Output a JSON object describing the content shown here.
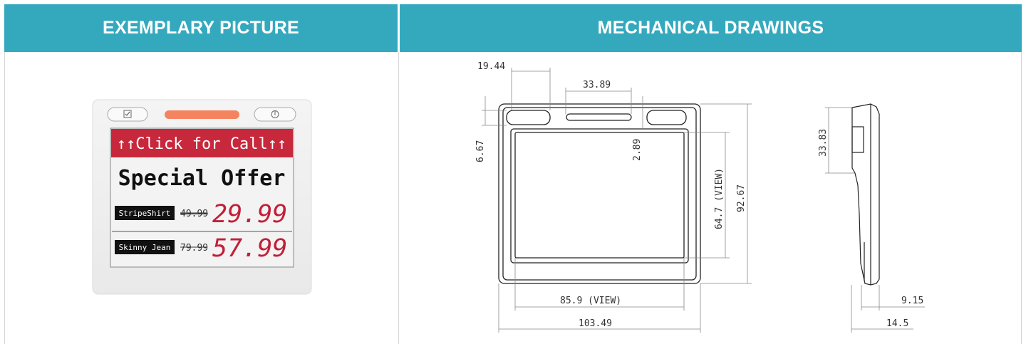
{
  "headers": {
    "left": "EXEMPLARY PICTURE",
    "right": "MECHANICAL DRAWINGS"
  },
  "device": {
    "banner": "↑↑Click for Call↑↑",
    "headline": "Special Offer",
    "items": [
      {
        "name": "StripeShirt",
        "old_price": "49.99",
        "new_price": "29.99"
      },
      {
        "name": "Skinny Jean",
        "old_price": "79.99",
        "new_price": "57.99"
      }
    ],
    "colors": {
      "banner": "#c8283c",
      "price": "#c21f38",
      "led": "#f4845f"
    }
  },
  "dimensions": {
    "d1944": "19.44",
    "d3389": "33.89",
    "d667": "6.67",
    "d289": "2.89",
    "d647": "64.7 (VIEW)",
    "d9267": "92.67",
    "d859": "85.9 (VIEW)",
    "d10349": "103.49",
    "d3383": "33.83",
    "d915": "9.15",
    "d145": "14.5"
  },
  "colors": {
    "header": "#34a9be"
  }
}
